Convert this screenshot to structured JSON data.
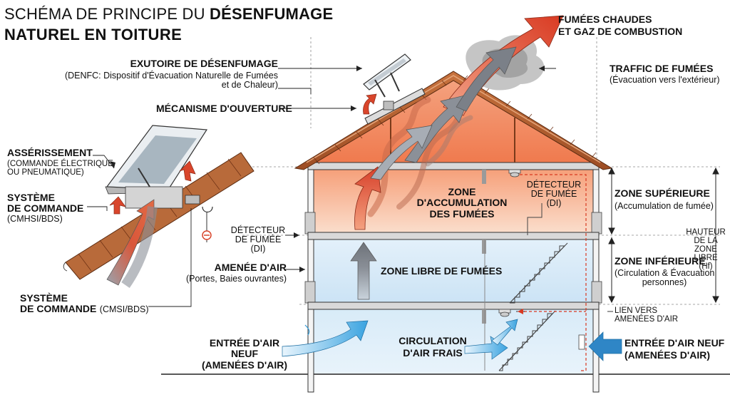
{
  "title": {
    "line1_prefix": "SCHÉMA DE PRINCIPE DU",
    "line1_bold": "DÉSENFUMAGE",
    "line2": "NATUREL EN TOITURE"
  },
  "labels": {
    "exutoire_title": "EXUTOIRE DE DÉSENFUMAGE",
    "exutoire_desc1": "(DENFC: Dispositif d'Évacuation Naturelle de Fumées",
    "exutoire_desc2": "et de Chaleur)",
    "mecanisme": "MÉCANISME D'OUVERTURE",
    "fumees_chaudes1": "FUMÉES CHAUDES",
    "fumees_chaudes2": "ET GAZ DE COMBUSTION",
    "traffic_title": "TRAFFIC DE FUMÉES",
    "traffic_desc": "(Évacuation vers l'extérieur)",
    "asservissement_title": "ASSÉRISSEMENT",
    "asservissement_desc1": "(COMMANDE ÉLECTRIQUE",
    "asservissement_desc2": "OU PNEUMATIQUE)",
    "systeme1_title1": "SYSTÈME",
    "systeme1_title2": "DE COMMANDE",
    "systeme1_desc": "(CMHSI/BDS)",
    "detecteur_left1": "DÉTECTEUR",
    "detecteur_left2": "DE FUMÉE (DI)",
    "amenee_title": "AMENÉE D'AIR",
    "amenee_desc": "(Portes, Baies ouvrantes)",
    "systeme2_title1": "SYSTÈME",
    "systeme2_title2": "DE COMMANDE",
    "systeme2_desc": "(CMSI/BDS)",
    "entree_left1": "ENTRÉE D'AIR NEUF",
    "entree_left2": "(AMENÉES D'AIR)",
    "zone_accum1": "ZONE D'ACCUMULATION",
    "zone_accum2": "DES FUMÉES",
    "detecteur_right1": "DÉTECTEUR",
    "detecteur_right2": "DE FUMÉE (DI)",
    "zone_libre": "ZONE LIBRE DE FUMÉES",
    "circulation1": "CIRCULATION",
    "circulation2": "D'AIR FRAIS",
    "zone_sup_title": "ZONE SUPÉRIEURE",
    "zone_sup_desc": "(Accumulation de fumée)",
    "zone_inf_title": "ZONE INFÉRIEURE",
    "zone_inf_desc1": "(Circulation & Évacuation",
    "zone_inf_desc2": "personnes)",
    "hauteur1": "HAUTEUR",
    "hauteur2": "DE LA ZONE",
    "hauteur3": "LIBRE",
    "hauteur4": "(Hf)",
    "lien1": "LIEN VERS",
    "lien2": "AMENÉES D'AIR",
    "entree_right1": "ENTRÉE D'AIR NEUF",
    "entree_right2": "(AMENÉES D'AIR)"
  },
  "colors": {
    "smoke_red": "#d9452b",
    "smoke_orange": "#f08a55",
    "smoke_grey": "#8a8e94",
    "air_blue": "#2f9ad8",
    "air_light": "#cfe8f8",
    "roof_brown": "#b65a2c",
    "warm_top": "#f4855a",
    "cool_bottom": "#d6ebf7"
  }
}
